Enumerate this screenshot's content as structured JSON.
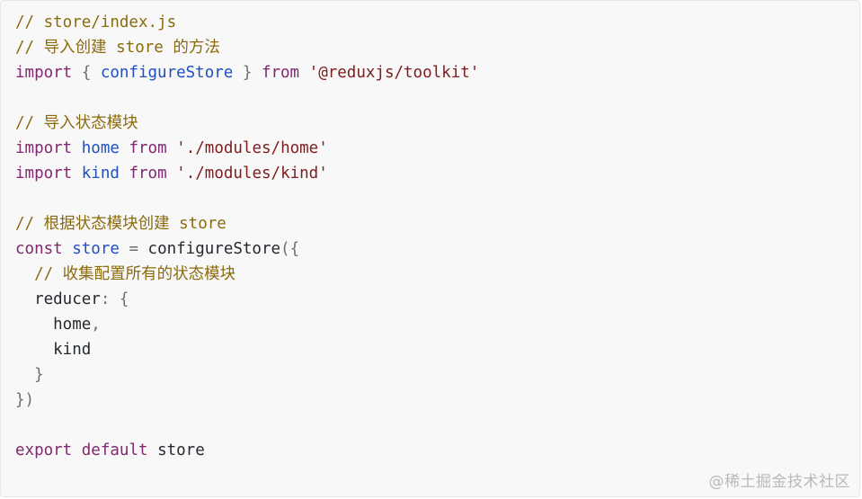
{
  "code": {
    "lines": [
      [
        {
          "t": "// store/index.js",
          "k": "comment"
        }
      ],
      [
        {
          "t": "// 导入创建 store 的方法",
          "k": "comment"
        }
      ],
      [
        {
          "t": "import",
          "k": "keyword"
        },
        {
          "t": " { ",
          "k": "punct"
        },
        {
          "t": "configureStore",
          "k": "def"
        },
        {
          "t": " } ",
          "k": "punct"
        },
        {
          "t": "from",
          "k": "keyword"
        },
        {
          "t": " ",
          "k": "plain"
        },
        {
          "t": "'@reduxjs/toolkit'",
          "k": "string"
        }
      ],
      [],
      [
        {
          "t": "// 导入状态模块",
          "k": "comment"
        }
      ],
      [
        {
          "t": "import",
          "k": "keyword"
        },
        {
          "t": " ",
          "k": "plain"
        },
        {
          "t": "home",
          "k": "def"
        },
        {
          "t": " ",
          "k": "plain"
        },
        {
          "t": "from",
          "k": "keyword"
        },
        {
          "t": " ",
          "k": "plain"
        },
        {
          "t": "'./modules/home'",
          "k": "string"
        }
      ],
      [
        {
          "t": "import",
          "k": "keyword"
        },
        {
          "t": " ",
          "k": "plain"
        },
        {
          "t": "kind",
          "k": "def"
        },
        {
          "t": " ",
          "k": "plain"
        },
        {
          "t": "from",
          "k": "keyword"
        },
        {
          "t": " ",
          "k": "plain"
        },
        {
          "t": "'./modules/kind'",
          "k": "string"
        }
      ],
      [],
      [
        {
          "t": "// 根据状态模块创建 store",
          "k": "comment"
        }
      ],
      [
        {
          "t": "const",
          "k": "keyword"
        },
        {
          "t": " ",
          "k": "plain"
        },
        {
          "t": "store",
          "k": "def"
        },
        {
          "t": " = ",
          "k": "punct"
        },
        {
          "t": "configureStore",
          "k": "plain"
        },
        {
          "t": "({",
          "k": "punct"
        }
      ],
      [
        {
          "t": "  // 收集配置所有的状态模块",
          "k": "comment"
        }
      ],
      [
        {
          "t": "  reducer",
          "k": "plain"
        },
        {
          "t": ": {",
          "k": "punct"
        }
      ],
      [
        {
          "t": "    home",
          "k": "plain"
        },
        {
          "t": ",",
          "k": "punct"
        }
      ],
      [
        {
          "t": "    kind",
          "k": "plain"
        }
      ],
      [
        {
          "t": "  }",
          "k": "punct"
        }
      ],
      [
        {
          "t": "})",
          "k": "punct"
        }
      ],
      [],
      [
        {
          "t": "export",
          "k": "keyword"
        },
        {
          "t": " ",
          "k": "plain"
        },
        {
          "t": "default",
          "k": "keyword"
        },
        {
          "t": " store",
          "k": "plain"
        }
      ]
    ]
  },
  "watermark": "@稀土掘金技术社区",
  "colors": {
    "background": "#f8f8f9",
    "comment": "#8b6a0e",
    "keyword": "#80286f",
    "definition": "#1f4fc0",
    "string": "#7d1d1d",
    "plain": "#24292e",
    "punctuation": "#6e6e6e"
  }
}
